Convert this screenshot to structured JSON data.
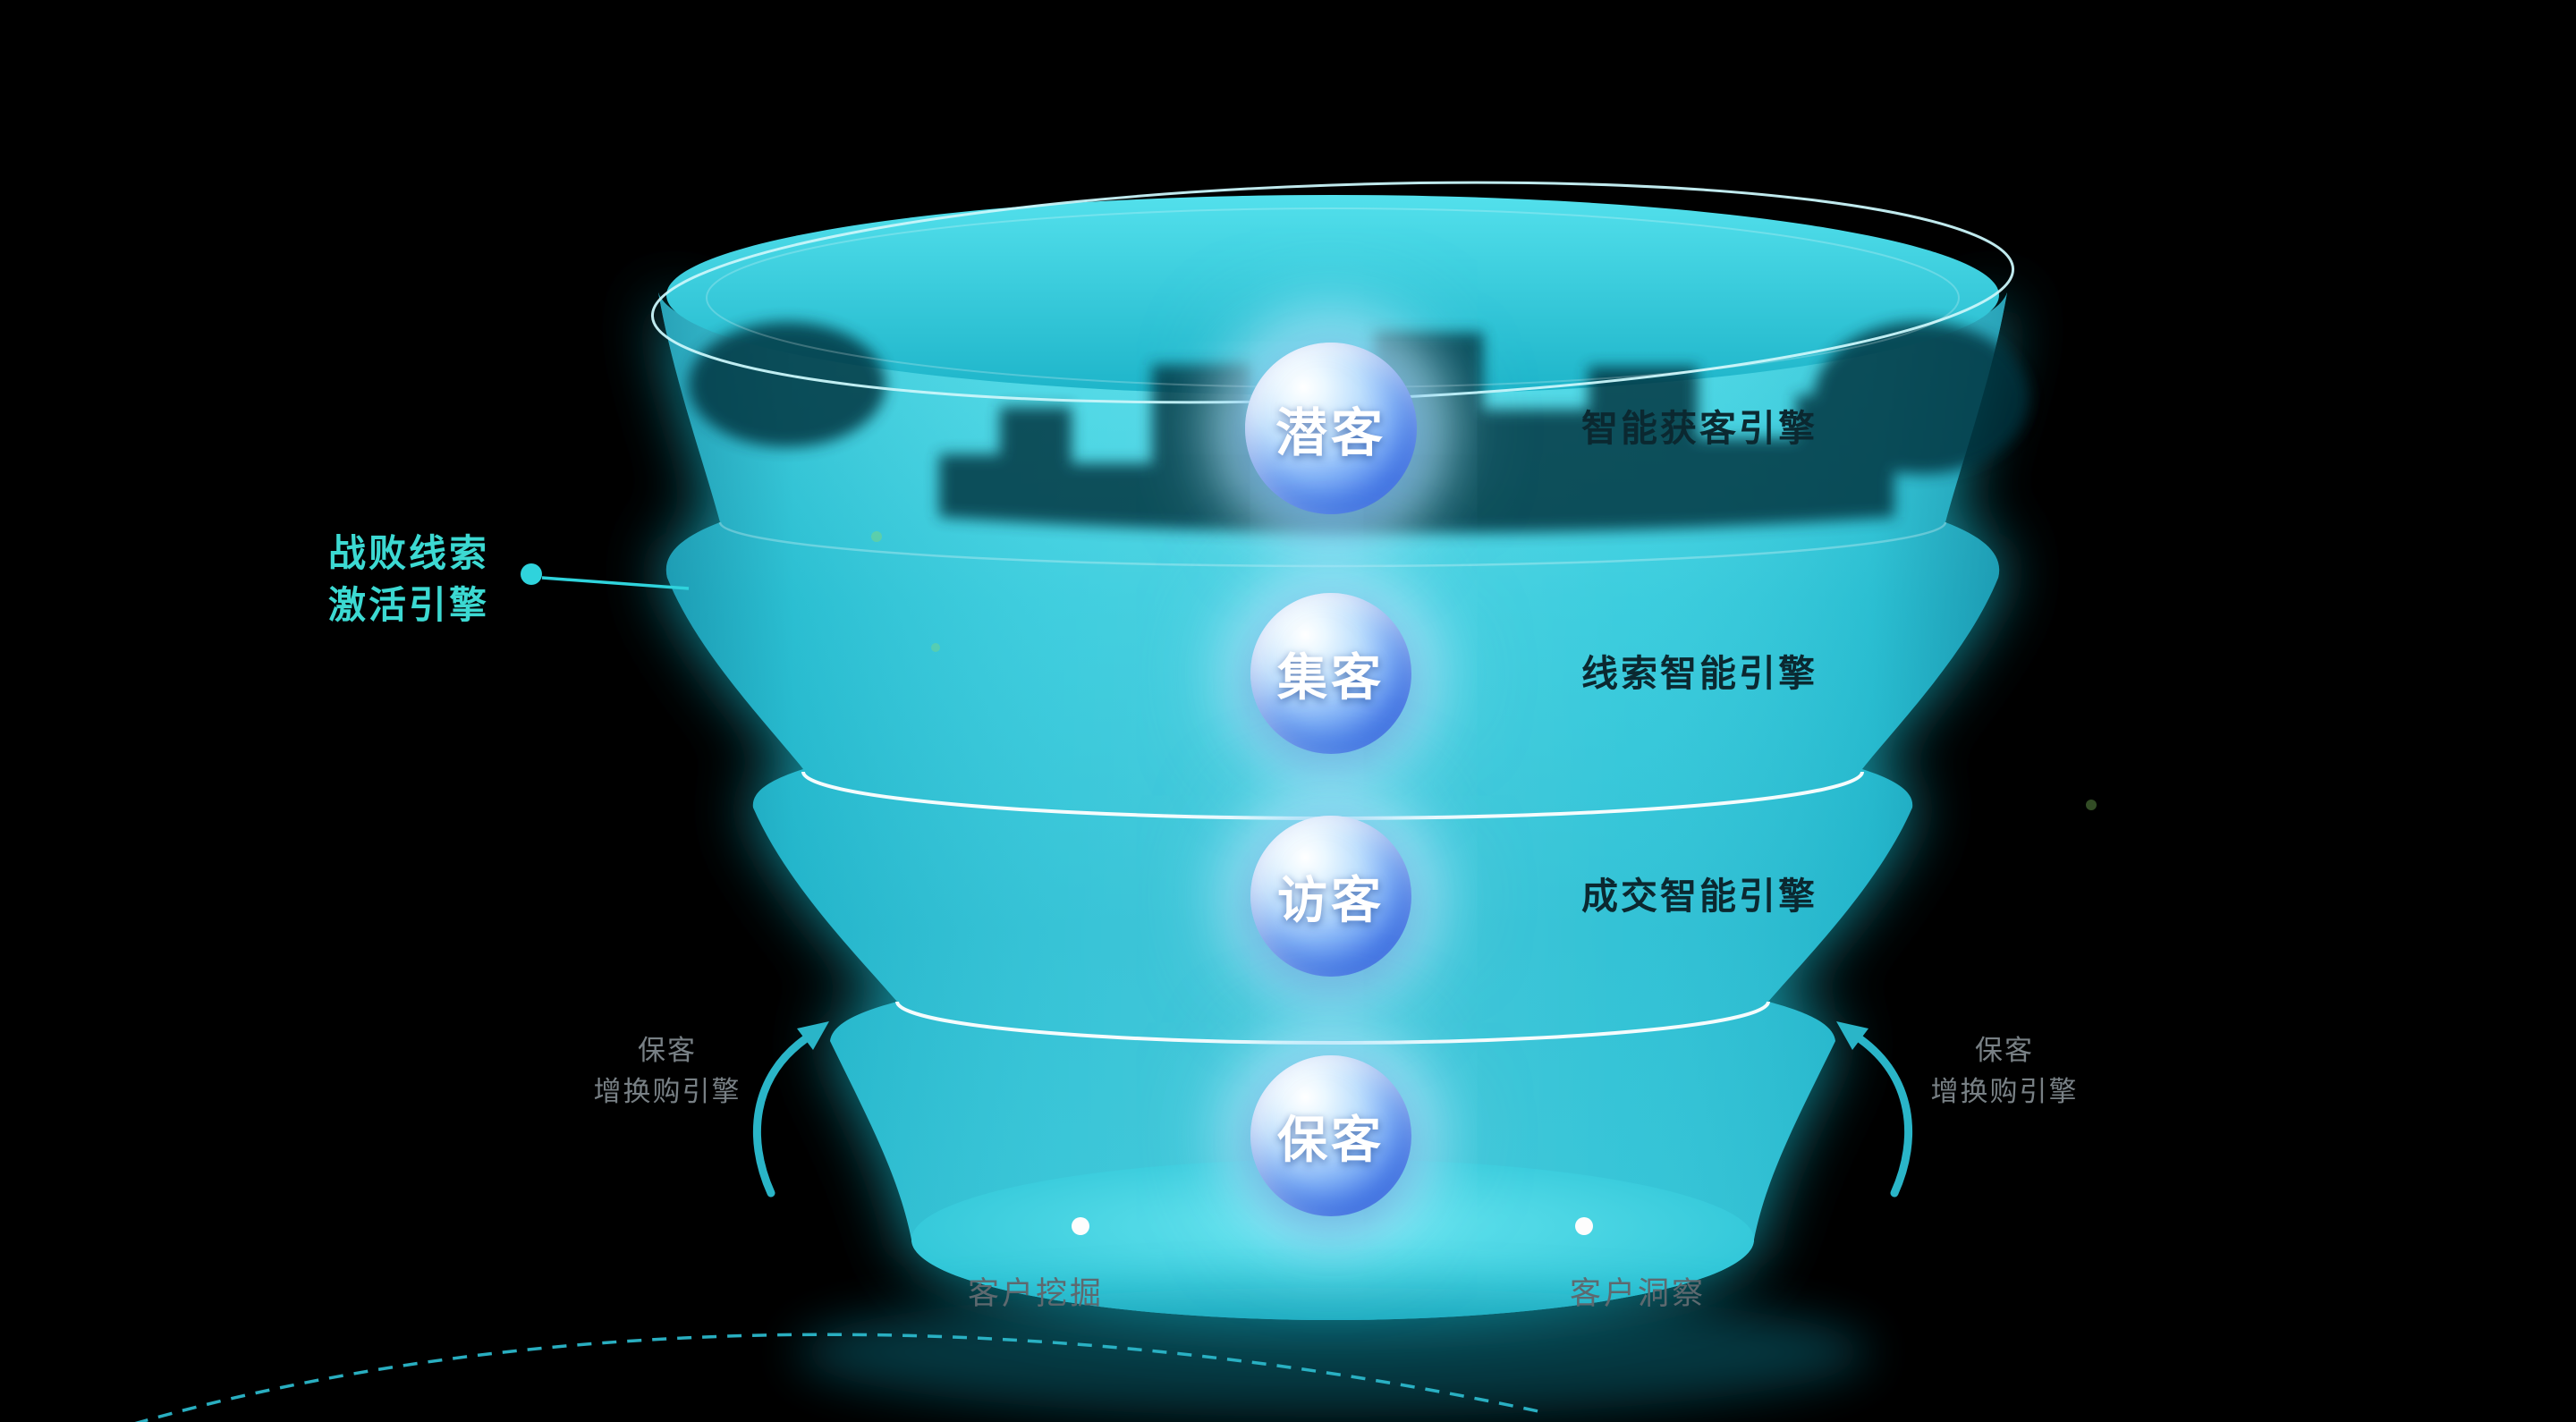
{
  "stages": [
    {
      "label": "潜客"
    },
    {
      "label": "集客"
    },
    {
      "label": "访客"
    },
    {
      "label": "保客"
    }
  ],
  "right_engines": [
    {
      "label": "智能获客引擎"
    },
    {
      "label": "线索智能引擎"
    },
    {
      "label": "成交智能引擎"
    }
  ],
  "left_engine": {
    "line1": "战败线索",
    "line2": "激活引擎"
  },
  "retention_left": {
    "line1": "保客",
    "line2": "增换购引擎"
  },
  "retention_right": {
    "line1": "保客",
    "line2": "增换购引擎"
  },
  "bottom_labels": [
    {
      "label": "客户挖掘"
    },
    {
      "label": "客户洞察"
    }
  ],
  "colors": {
    "background": "#000000",
    "funnel_cyan": "#2bc4d7",
    "badge_blue": "#4f82ef",
    "cyan_text": "#3cd9d2",
    "muted_text": "#788085",
    "dark_text": "#0b2830",
    "white": "#ffffff"
  }
}
